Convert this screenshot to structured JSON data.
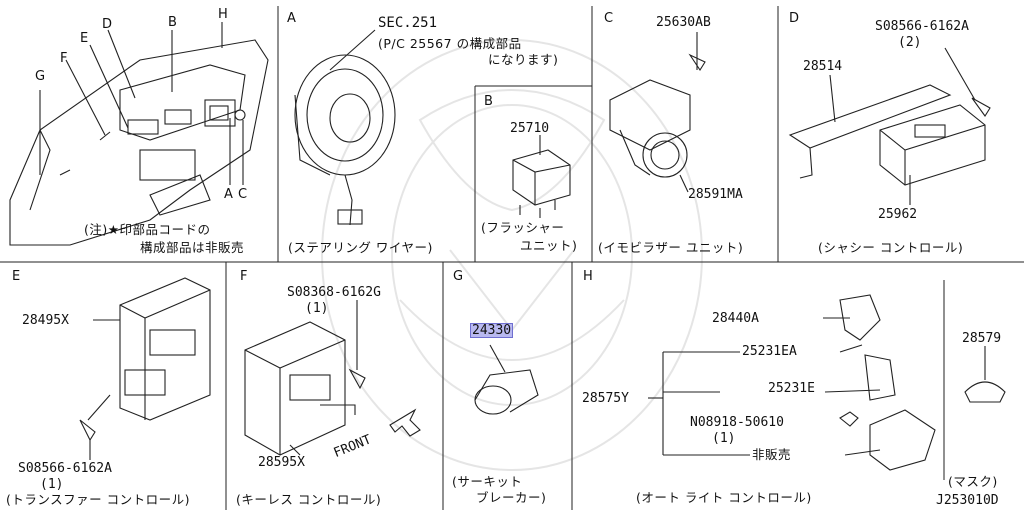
{
  "sections": {
    "A": {
      "letter": "A",
      "ref": "SEC.251",
      "note_line1": "(P/C 25567 の構成部品",
      "note_line2": "になります)",
      "caption": "(ステアリング ワイヤー)"
    },
    "B": {
      "letter": "B",
      "part": "25710",
      "caption_line1": "(フラッシャー",
      "caption_line2": "ユニット)"
    },
    "C": {
      "letter": "C",
      "part_top": "25630AB",
      "part_bottom": "28591MA",
      "caption": "(イモビラザー ユニット)"
    },
    "D": {
      "letter": "D",
      "bolt": "S08566-6162A",
      "bolt_qty": "(2)",
      "part_bracket": "28514",
      "part_unit": "25962",
      "caption": "(シャシー コントロール)"
    },
    "E": {
      "letter": "E",
      "part": "28495X",
      "bolt": "S08566-6162A",
      "bolt_qty": "(1)",
      "caption": "(トランスファー コントロール)"
    },
    "F": {
      "letter": "F",
      "bolt": "S08368-6162G",
      "bolt_qty": "(1)",
      "part": "28595X",
      "front": "FRONT",
      "caption": "(キーレス コントロール)"
    },
    "G": {
      "letter": "G",
      "part": "24330",
      "caption_line1": "(サーキット",
      "caption_line2": "ブレーカー)"
    },
    "H": {
      "letter": "H",
      "p1": "28440A",
      "p2": "25231EA",
      "p3": "25231E",
      "group": "28575Y",
      "nut": "N08918-50610",
      "nut_qty": "(1)",
      "not_sold": "非販売",
      "caption": "(オート ライト コントロール)"
    },
    "mask": {
      "part": "28579",
      "caption": "(マスク)"
    },
    "overview": {
      "callouts": [
        "D",
        "B",
        "H",
        "E",
        "F",
        "G",
        "A",
        "C"
      ],
      "note_line1": "(注)★印部品コードの",
      "note_line2": "構成部品は非販売"
    }
  },
  "diagram_id": "J253010D",
  "colors": {
    "line": "#1a1a1a",
    "highlight": "#b9b9f0",
    "watermark": "#d0d0d0"
  }
}
